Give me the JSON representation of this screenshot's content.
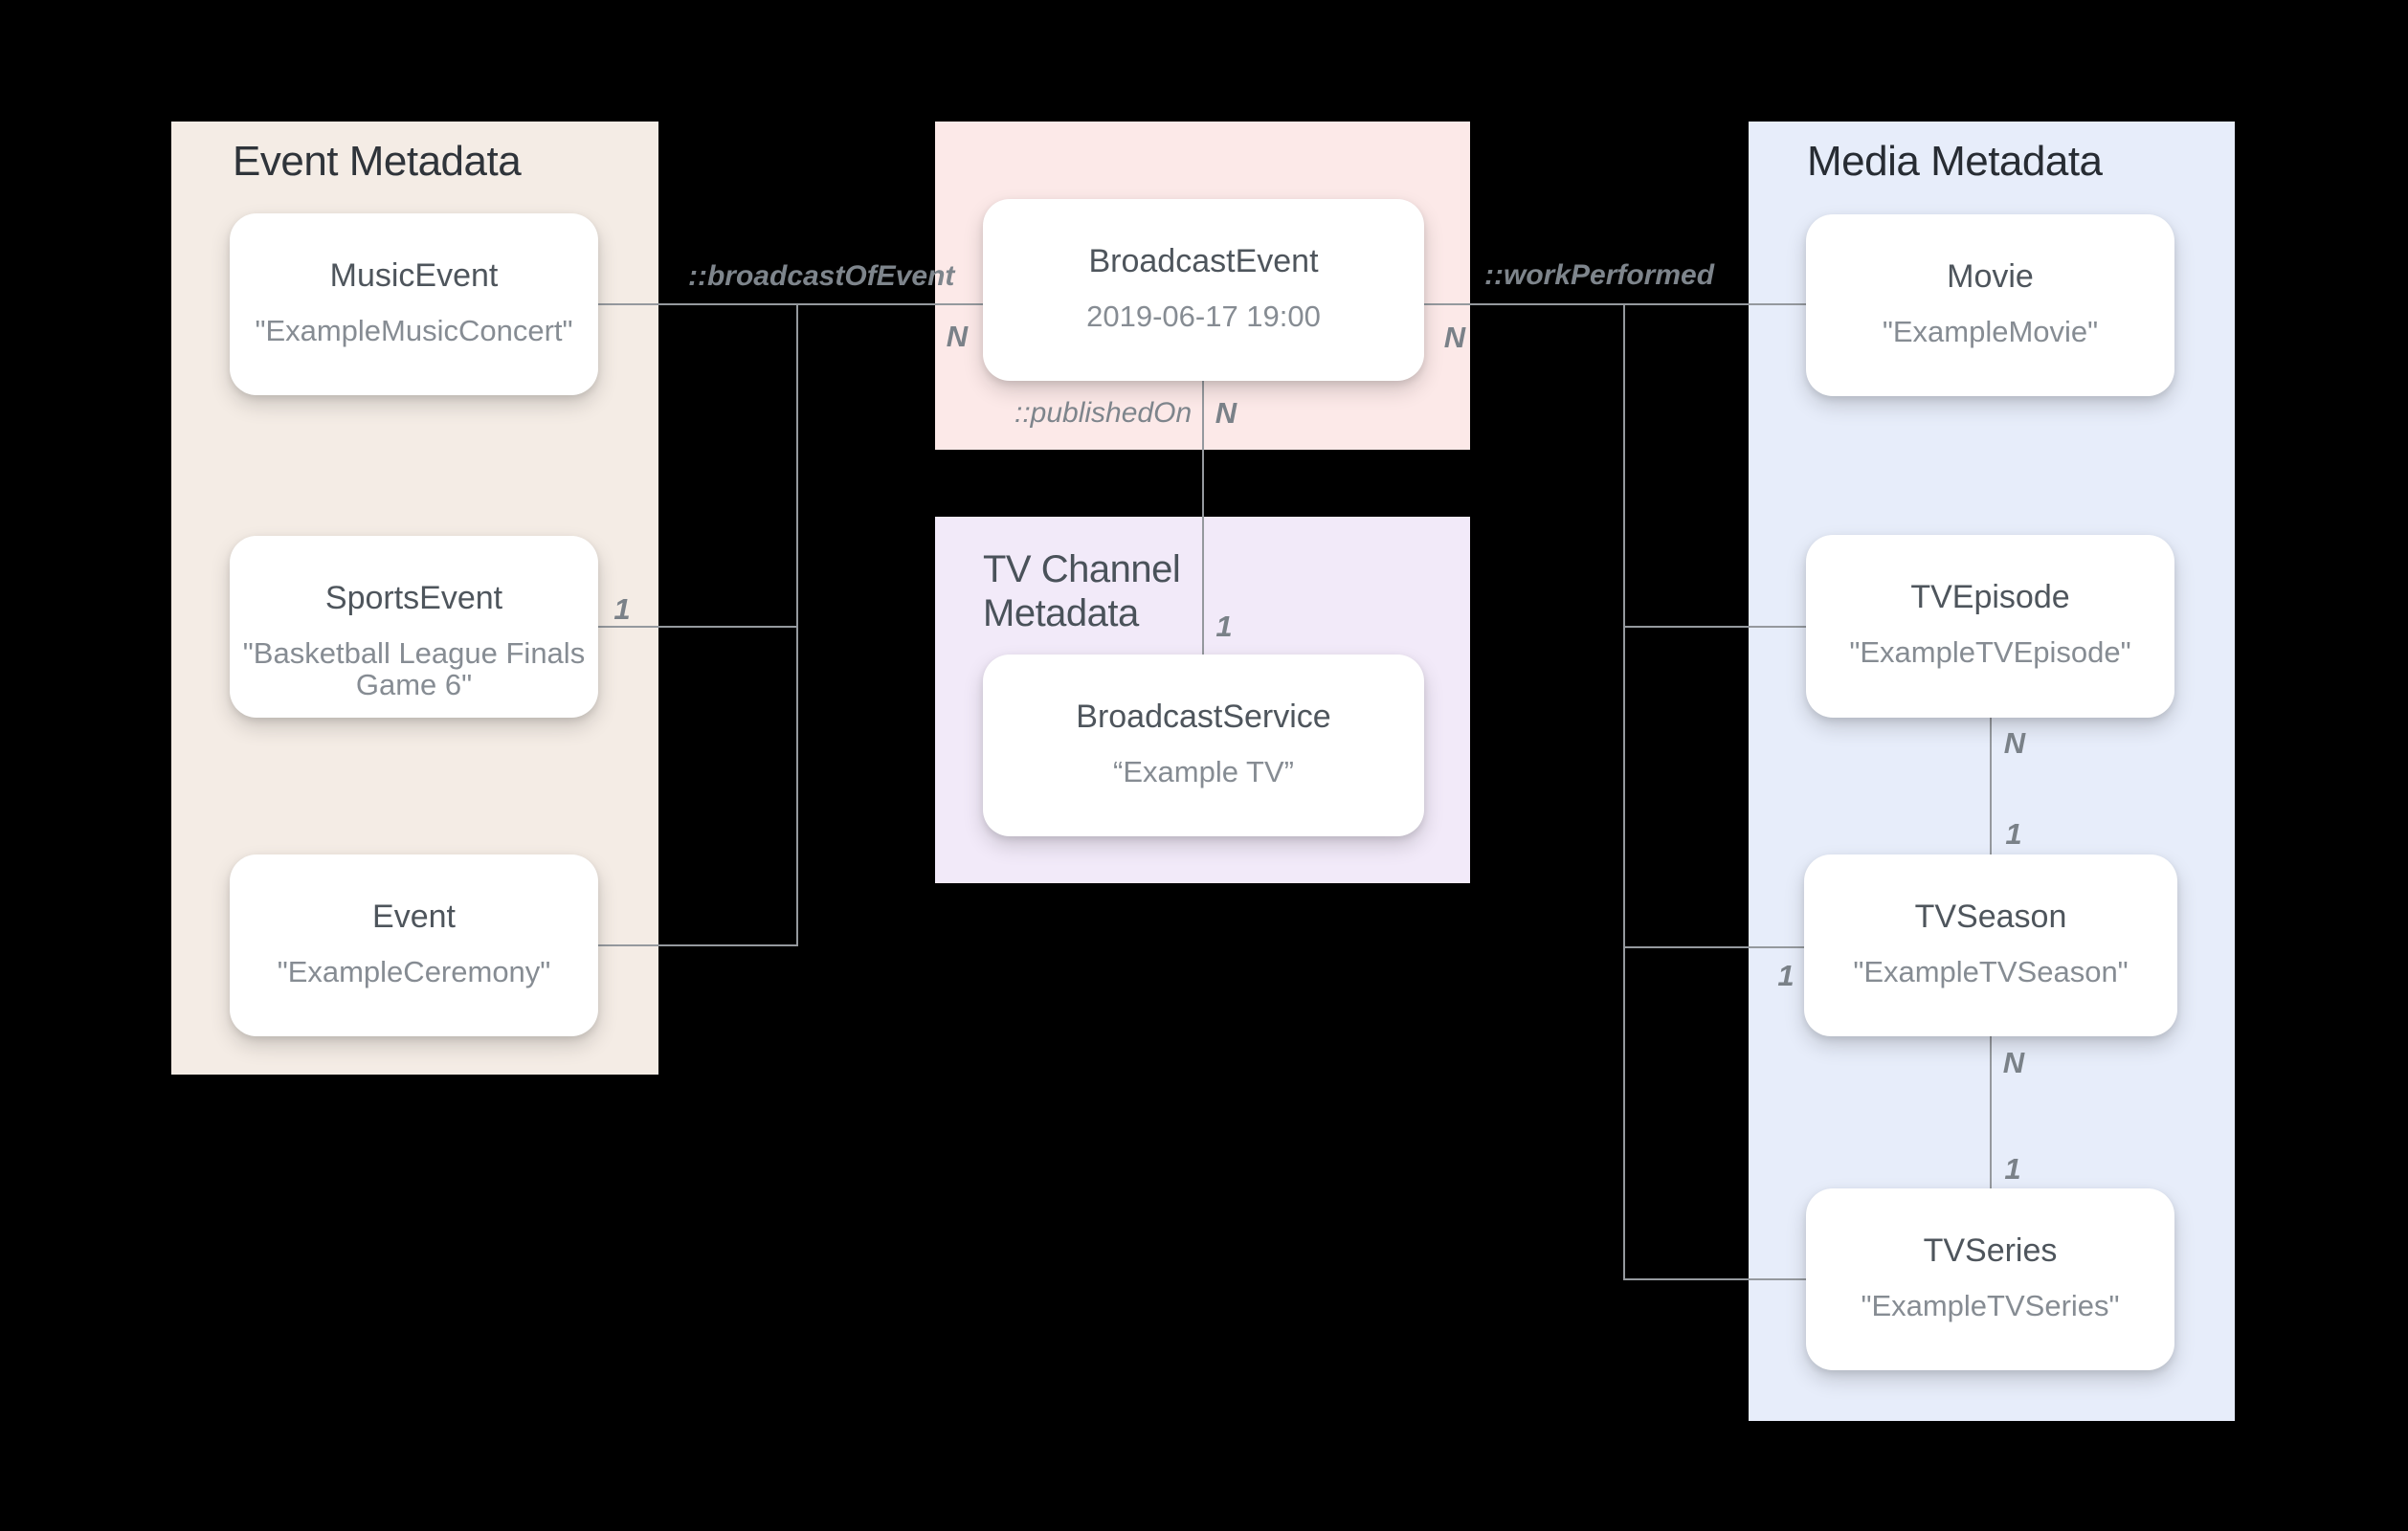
{
  "colors": {
    "background": "#000000",
    "event_panel_bg": "#F4ECE5",
    "broadcast_panel_bg": "#FCE9E8",
    "tv_channel_panel_bg": "#F2EAF9",
    "media_panel_bg": "#E7EDFA",
    "card_bg": "#FFFFFF",
    "connector_line": "#95999E",
    "card_title_text": "#4E555C",
    "card_subtitle_text": "#868C93",
    "label_text": "#7E858C",
    "event_title_text": "#2F343A",
    "media_title_text": "#272C33",
    "tv_channel_title_text": "#4A525A"
  },
  "panels": {
    "event": {
      "title": "Event Metadata"
    },
    "tv_channel": {
      "title_line1": "TV Channel",
      "title_line2": "Metadata"
    },
    "media": {
      "title": "Media Metadata"
    }
  },
  "cards": {
    "music_event": {
      "title": "MusicEvent",
      "subtitle": "\"ExampleMusicConcert\""
    },
    "sports_event": {
      "title": "SportsEvent",
      "subtitle_line1": "\"Basketball League Finals",
      "subtitle_line2": "Game 6\""
    },
    "event": {
      "title": "Event",
      "subtitle": "\"ExampleCeremony\""
    },
    "broadcast_event": {
      "title": "BroadcastEvent",
      "subtitle": "2019-06-17 19:00"
    },
    "broadcast_service": {
      "title": "BroadcastService",
      "subtitle": "“Example TV”"
    },
    "movie": {
      "title": "Movie",
      "subtitle": "\"ExampleMovie\""
    },
    "tv_episode": {
      "title": "TVEpisode",
      "subtitle": "\"ExampleTVEpisode\""
    },
    "tv_season": {
      "title": "TVSeason",
      "subtitle": "\"ExampleTVSeason\""
    },
    "tv_series": {
      "title": "TVSeries",
      "subtitle": "\"ExampleTVSeries\""
    }
  },
  "relations": {
    "broadcast_of_event": "::broadcastOfEvent",
    "work_performed": "::workPerformed",
    "published_on": "::publishedOn"
  },
  "cardinalities": {
    "n_main_left": "N",
    "n_main_right": "N",
    "one_sports": "1",
    "n_published": "N",
    "one_service": "1",
    "n_episode": "N",
    "one_episode_season": "1",
    "one_season_stub": "1",
    "n_season": "N",
    "one_season_series": "1"
  }
}
